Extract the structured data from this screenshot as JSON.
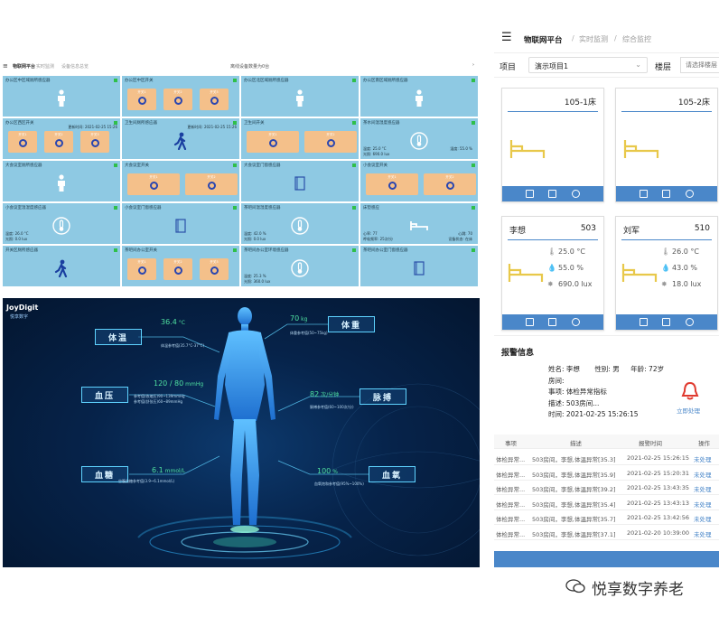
{
  "dash": {
    "brand": "物联网平台",
    "crumbs": [
      "实时监测",
      "设备信息总览"
    ],
    "center_note": "离线设备数量为0台",
    "tiles": [
      {
        "title": "办公区中区域厕所感应器",
        "kind": "person"
      },
      {
        "title": "办公区中区开关",
        "kind": "switch3",
        "sw": [
          "开关1",
          "开关2",
          "开关3"
        ]
      },
      {
        "title": "办公区北区域厕所感应器",
        "kind": "person"
      },
      {
        "title": "办公区南区域厕所感应器",
        "kind": "person"
      },
      {
        "title": "办公区西区开关",
        "kind": "switch3",
        "sw": [
          "开关1",
          "开关2",
          "开关3"
        ],
        "right": "更新时间: 2021-02-25 15:26"
      },
      {
        "title": "卫生间厕所感应器",
        "kind": "walk",
        "right": "更新时间: 2021-02-25 15:26"
      },
      {
        "title": "卫生间开关",
        "kind": "switch2",
        "sw": [
          "开关1",
          "开关2"
        ]
      },
      {
        "title": "茶水间温湿度感应器",
        "kind": "thermo",
        "lines": [
          "温度: 25.0 °C",
          "光照: 690.0 lux"
        ],
        "rline": "湿度: 55.0 %"
      },
      {
        "title": "大会议室厕所感应器",
        "kind": "person"
      },
      {
        "title": "大会议室开关",
        "kind": "switch2",
        "sw": [
          "开关1",
          "开关2"
        ]
      },
      {
        "title": "大会议室门窗感应器",
        "kind": "door"
      },
      {
        "title": "小会议室开关",
        "kind": "switch2",
        "sw": [
          "开关1",
          "开关2"
        ]
      },
      {
        "title": "小会议室温湿度感应器",
        "kind": "thermo",
        "lines": [
          "温度: 26.0 °C",
          "光照: 0.0 lux"
        ]
      },
      {
        "title": "小会议室门窗感应器",
        "kind": "door"
      },
      {
        "title": "茶吧间温湿度感应器",
        "kind": "thermo",
        "lines": [
          "温度: 42.0 %",
          "光照: 0.0 lux"
        ]
      },
      {
        "title": "床垫感应",
        "kind": "bed",
        "lines": [
          "心率: 77",
          "呼吸频率: 25次/分"
        ],
        "rline": "心跳: 70",
        "rline2": "设备状态: 在床"
      },
      {
        "title": "开关区厕所感应器",
        "kind": "walk"
      },
      {
        "title": "茶吧间办公室开关",
        "kind": "switch3",
        "sw": [
          "开关1",
          "开关2",
          "开关3"
        ]
      },
      {
        "title": "茶吧间办公室环境感应器",
        "kind": "thermo",
        "lines": [
          "温度: 25.3 %",
          "光照: 360.0 lux"
        ]
      },
      {
        "title": "茶吧间办公室门窗感应器",
        "kind": "door"
      }
    ]
  },
  "dark": {
    "logo": "JoyDigit",
    "logo_sub": "悦享数字",
    "metrics": [
      {
        "label": "体温",
        "value": "36.4",
        "unit": "°C",
        "sub": "体温参考值(35.7°C-37°C)"
      },
      {
        "label": "血压",
        "value": "120 / 80",
        "unit": "mmHg",
        "sub": "参考值(收缩压)90~139mmHg",
        "sub2": "参考值(舒张压)60~89mmHg"
      },
      {
        "label": "血糖",
        "value": "6.1",
        "unit": "mmol/L",
        "sub": "空腹血糖参考值(3.9~6.1mmol/L)"
      },
      {
        "label": "体重",
        "value": "70",
        "unit": "kg",
        "sub": "体重参考值(50~75kg)"
      },
      {
        "label": "脉搏",
        "value": "82",
        "unit": "次/分钟",
        "sub": "脉搏参考值(60~100次/分)"
      },
      {
        "label": "血氧",
        "value": "100",
        "unit": "%",
        "sub": "血氧饱和参考值(95%~100%)"
      }
    ]
  },
  "mobile": {
    "brand": "物联网平台",
    "crumbs": [
      "实时监测",
      "综合监控"
    ],
    "project_label": "项目",
    "project_value": "演示项目1",
    "floor_label": "楼层",
    "floor_placeholder": "请选择楼层",
    "beds": [
      {
        "name": "",
        "room": "105-1床",
        "state": "empty"
      },
      {
        "name": "",
        "room": "105-2床",
        "state": "empty"
      },
      {
        "name": "李想",
        "room": "503",
        "temp": "25.0 °C",
        "hum": "55.0 %",
        "lux": "690.0 lux"
      },
      {
        "name": "刘军",
        "room": "510",
        "temp": "26.0 °C",
        "hum": "43.0 %",
        "lux": "18.0 lux"
      }
    ],
    "alarm_title": "报警信息",
    "alarm": {
      "name_label": "姓名:",
      "name": "李想",
      "sex_label": "性别:",
      "sex": "男",
      "age_label": "年龄:",
      "age": "72岁",
      "room_label": "房间:",
      "room": "",
      "event_label": "事项:",
      "event": "体检异常指标",
      "desc_label": "描述:",
      "desc": "503房间...",
      "time_label": "时间:",
      "time": "2021-02-25 15:26:15",
      "action": "立即处理"
    },
    "table_headers": [
      "事项",
      "描述",
      "报警时间",
      "操作"
    ],
    "rows": [
      [
        "体检异常...",
        "503房间，李想,体温异常[35.3]",
        "2021-02-25 15:26:15",
        "未处理"
      ],
      [
        "体检异常...",
        "503房间，李想,体温异常[35.9]",
        "2021-02-25 15:20:31",
        "未处理"
      ],
      [
        "体检异常...",
        "503房间，李想,体温异常[39.2]",
        "2021-02-25 13:43:35",
        "未处理"
      ],
      [
        "体检异常...",
        "503房间，李想,体温异常[35.4]",
        "2021-02-25 13:43:13",
        "未处理"
      ],
      [
        "体检异常...",
        "503房间，李想,体温异常[35.7]",
        "2021-02-25 13:42:56",
        "未处理"
      ],
      [
        "体检异常...",
        "503房间，李想,体温异常[37.1]",
        "2021-02-20 10:39:00",
        "未处理"
      ]
    ]
  },
  "watermark": "悦享数字养老",
  "colors": {
    "tile": "#8ec9e3",
    "switch": "#f4c08a",
    "accent": "#4a87c9",
    "alarm": "#e03a2f",
    "bed": "#e8c84a"
  }
}
